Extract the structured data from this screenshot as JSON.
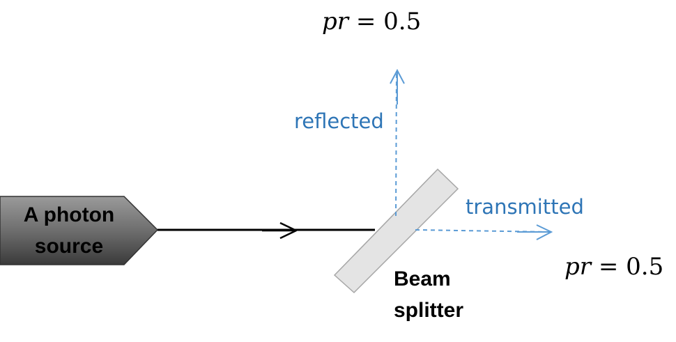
{
  "diagram": {
    "source": {
      "line1": "A photon",
      "line2": "source"
    },
    "splitter": {
      "line1": "Beam",
      "line2": "splitter"
    },
    "reflected": {
      "label": "reflected",
      "prob_var": "pr",
      "prob_rest": " = 0.5"
    },
    "transmitted": {
      "label": "transmitted",
      "prob_var": "pr",
      "prob_rest": " = 0.5"
    },
    "colors": {
      "beam_path": "#000000",
      "dashed_paths": "#5b9bd5",
      "labels_blue": "#2e75b6",
      "source_fill": "#707070",
      "splitter_fill": "#e4e4e4"
    }
  }
}
